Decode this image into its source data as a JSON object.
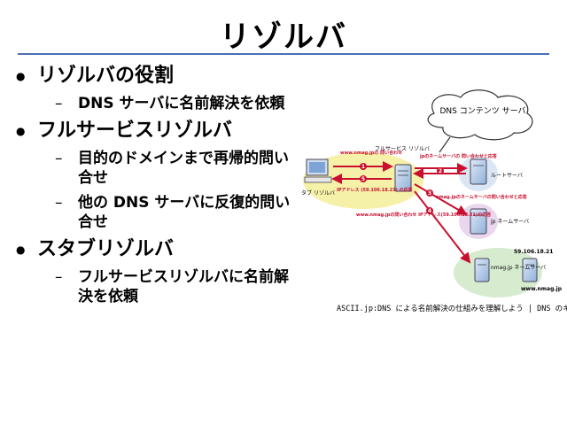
{
  "title": "リゾルバ",
  "outline": [
    {
      "text": "リゾルバの役割",
      "subs": [
        "DNS サーバに名前解決を依頼"
      ]
    },
    {
      "text": "フルサービスリゾルバ",
      "subs": [
        "目的のドメインまで再帰的問い合せ",
        "他の DNS サーバに反復的問い合せ"
      ]
    },
    {
      "text": "スタブリゾルバ",
      "subs": [
        "フルサービスリゾルバに名前解決を依頼"
      ]
    }
  ],
  "diagram": {
    "cloud": "DNS コンテンツ サーバ",
    "stub": "スタブ リゾルバ",
    "full": "フルサービス リゾルバ",
    "root": "ルートサーバ",
    "jp_label": "jp",
    "jp": "jp ネームサーバ",
    "nmag_ip": "59.106.18.21",
    "nmag": "nmag.jp ネームサーバ",
    "site": "www.nmag.jp",
    "q1": "www.nmag.jpの 問い合わせ",
    "a1": "IPアドレス (59.106.18.21) の応答",
    "q2": "jpのネームサーバの 問い合わせと応答",
    "q3": "nmag.jpのネームサーバの問い合わせと応答",
    "q4": "www.nmag.jpの問い合わせ IPアドレス(59.106.18.21)の応答",
    "n1": "1",
    "n2": "2",
    "n3": "3",
    "n4": "4",
    "n5": "5",
    "arrow_color": "#c8102e"
  },
  "caption": "ASCII.jp:DNS による名前解決の仕組みを理解しよう | DNS のキホン"
}
